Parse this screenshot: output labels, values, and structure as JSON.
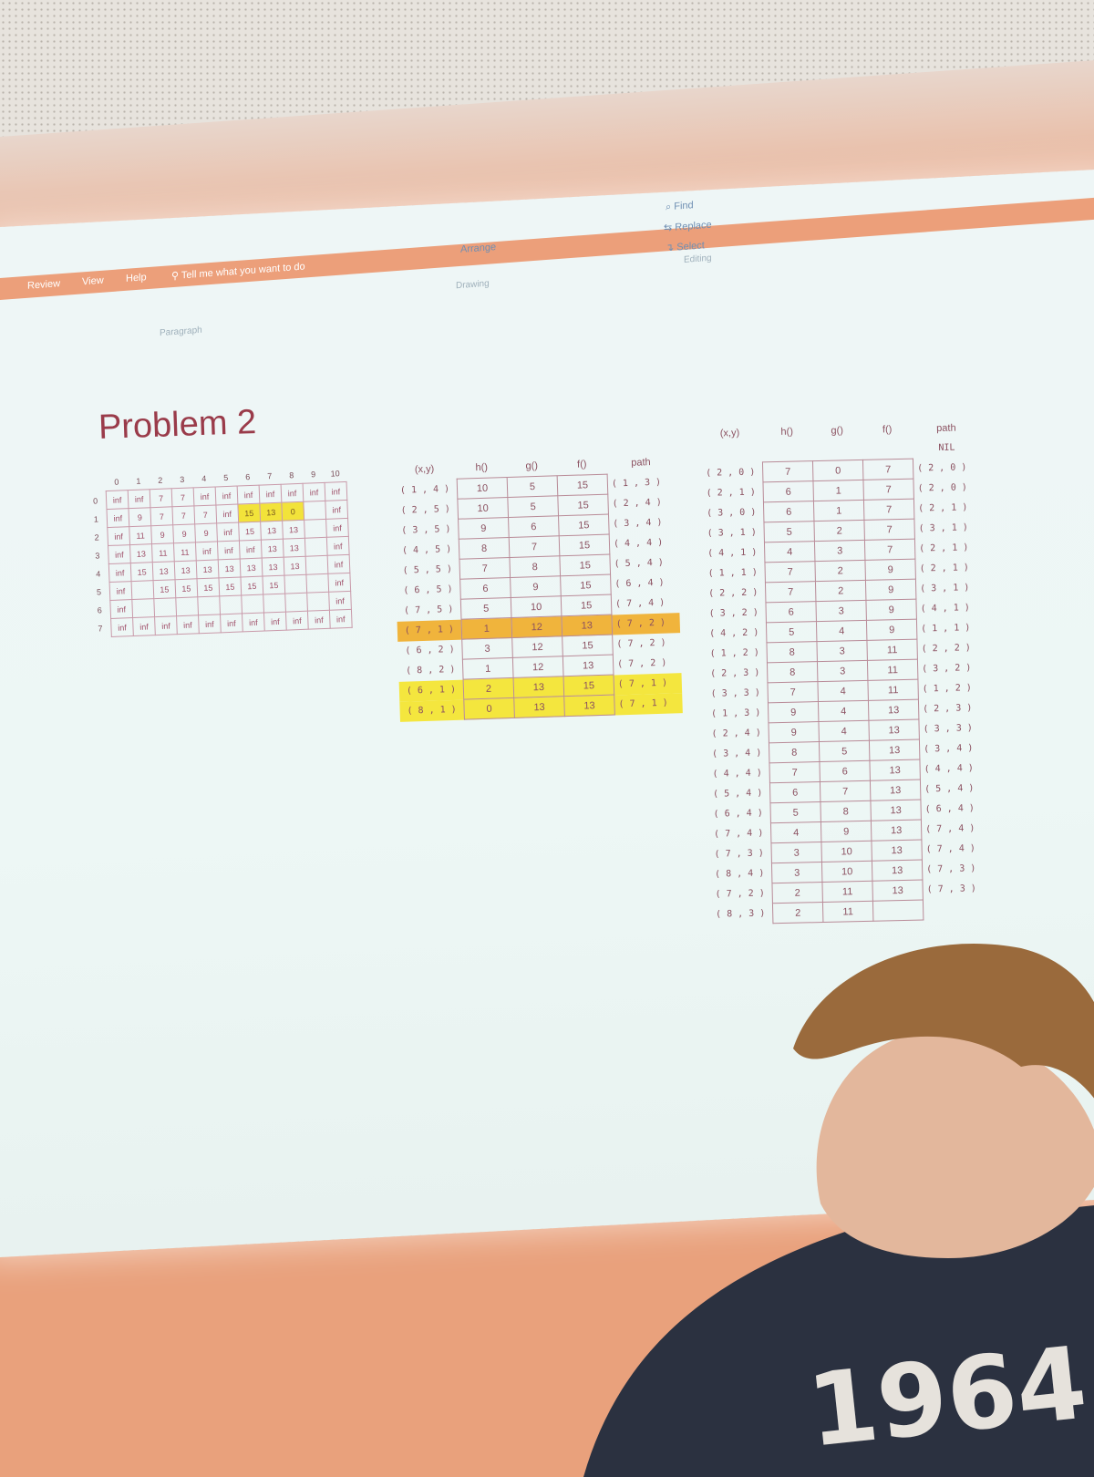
{
  "ribbon": {
    "tabs": [
      "Review",
      "View",
      "Help"
    ],
    "tell_me": "Tell me what you want to do",
    "groups": [
      "Paragraph",
      "Drawing",
      "Editing"
    ],
    "arrange": "Arrange",
    "find": "Find",
    "replace": "Replace",
    "select": "Select"
  },
  "slide": {
    "title": "Problem 2",
    "grid": {
      "col_headers": [
        "0",
        "1",
        "2",
        "3",
        "4",
        "5",
        "6",
        "7",
        "8",
        "9",
        "10"
      ],
      "rows": [
        {
          "label": "0",
          "cells": [
            "inf",
            "inf",
            "7",
            "7",
            "inf",
            "inf",
            "inf",
            "inf",
            "inf",
            "inf",
            "inf"
          ]
        },
        {
          "label": "1",
          "cells": [
            "inf",
            "9",
            "7",
            "7",
            "7",
            "inf",
            "15",
            "13",
            "0",
            "",
            "inf"
          ]
        },
        {
          "label": "2",
          "cells": [
            "inf",
            "11",
            "9",
            "9",
            "9",
            "inf",
            "15",
            "13",
            "13",
            "",
            "inf"
          ]
        },
        {
          "label": "3",
          "cells": [
            "inf",
            "13",
            "11",
            "11",
            "inf",
            "inf",
            "inf",
            "13",
            "13",
            "",
            "inf"
          ]
        },
        {
          "label": "4",
          "cells": [
            "inf",
            "15",
            "13",
            "13",
            "13",
            "13",
            "13",
            "13",
            "13",
            "",
            "inf"
          ]
        },
        {
          "label": "5",
          "cells": [
            "inf",
            "",
            "15",
            "15",
            "15",
            "15",
            "15",
            "15",
            "",
            "",
            "inf"
          ]
        },
        {
          "label": "6",
          "cells": [
            "inf",
            "",
            "",
            "",
            "",
            "",
            "",
            "",
            "",
            "",
            "inf"
          ]
        },
        {
          "label": "7",
          "cells": [
            "inf",
            "inf",
            "inf",
            "inf",
            "inf",
            "inf",
            "inf",
            "inf",
            "inf",
            "inf",
            "inf"
          ]
        }
      ]
    },
    "table2": {
      "headers": [
        "(x,y)",
        "h()",
        "g()",
        "f()",
        "path"
      ],
      "rows": [
        {
          "xy": "( 1 , 4 )",
          "h": "10",
          "g": "5",
          "f": "15",
          "path": "( 1 , 3 )",
          "hl": ""
        },
        {
          "xy": "( 2 , 5 )",
          "h": "10",
          "g": "5",
          "f": "15",
          "path": "( 2 , 4 )",
          "hl": ""
        },
        {
          "xy": "( 3 , 5 )",
          "h": "9",
          "g": "6",
          "f": "15",
          "path": "( 3 , 4 )",
          "hl": ""
        },
        {
          "xy": "( 4 , 5 )",
          "h": "8",
          "g": "7",
          "f": "15",
          "path": "( 4 , 4 )",
          "hl": ""
        },
        {
          "xy": "( 5 , 5 )",
          "h": "7",
          "g": "8",
          "f": "15",
          "path": "( 5 , 4 )",
          "hl": ""
        },
        {
          "xy": "( 6 , 5 )",
          "h": "6",
          "g": "9",
          "f": "15",
          "path": "( 6 , 4 )",
          "hl": ""
        },
        {
          "xy": "( 7 , 5 )",
          "h": "5",
          "g": "10",
          "f": "15",
          "path": "( 7 , 4 )",
          "hl": ""
        },
        {
          "xy": "( 7 , 1 )",
          "h": "1",
          "g": "12",
          "f": "13",
          "path": "( 7 , 2 )",
          "hl": "orange"
        },
        {
          "xy": "( 6 , 2 )",
          "h": "3",
          "g": "12",
          "f": "15",
          "path": "( 7 , 2 )",
          "hl": ""
        },
        {
          "xy": "( 8 , 2 )",
          "h": "1",
          "g": "12",
          "f": "13",
          "path": "( 7 , 2 )",
          "hl": ""
        },
        {
          "xy": "( 6 , 1 )",
          "h": "2",
          "g": "13",
          "f": "15",
          "path": "( 7 , 1 )",
          "hl": "yellow"
        },
        {
          "xy": "( 8 , 1 )",
          "h": "0",
          "g": "13",
          "f": "13",
          "path": "( 7 , 1 )",
          "hl": "yellow"
        }
      ]
    },
    "table3": {
      "headers": [
        "(x,y)",
        "h()",
        "g()",
        "f()",
        "path"
      ],
      "first_path": "NIL",
      "rows": [
        {
          "xy": "( 2 , 0 )",
          "h": "7",
          "g": "0",
          "f": "7",
          "path": "( 2 , 0 )"
        },
        {
          "xy": "( 2 , 1 )",
          "h": "6",
          "g": "1",
          "f": "7",
          "path": "( 2 , 0 )"
        },
        {
          "xy": "( 3 , 0 )",
          "h": "6",
          "g": "1",
          "f": "7",
          "path": "( 2 , 1 )"
        },
        {
          "xy": "( 3 , 1 )",
          "h": "5",
          "g": "2",
          "f": "7",
          "path": "( 3 , 1 )"
        },
        {
          "xy": "( 4 , 1 )",
          "h": "4",
          "g": "3",
          "f": "7",
          "path": "( 2 , 1 )"
        },
        {
          "xy": "( 1 , 1 )",
          "h": "7",
          "g": "2",
          "f": "9",
          "path": "( 2 , 1 )"
        },
        {
          "xy": "( 2 , 2 )",
          "h": "7",
          "g": "2",
          "f": "9",
          "path": "( 3 , 1 )"
        },
        {
          "xy": "( 3 , 2 )",
          "h": "6",
          "g": "3",
          "f": "9",
          "path": "( 4 , 1 )"
        },
        {
          "xy": "( 4 , 2 )",
          "h": "5",
          "g": "4",
          "f": "9",
          "path": "( 1 , 1 )"
        },
        {
          "xy": "( 1 , 2 )",
          "h": "8",
          "g": "3",
          "f": "11",
          "path": "( 2 , 2 )"
        },
        {
          "xy": "( 2 , 3 )",
          "h": "8",
          "g": "3",
          "f": "11",
          "path": "( 3 , 2 )"
        },
        {
          "xy": "( 3 , 3 )",
          "h": "7",
          "g": "4",
          "f": "11",
          "path": "( 1 , 2 )"
        },
        {
          "xy": "( 1 , 3 )",
          "h": "9",
          "g": "4",
          "f": "13",
          "path": "( 2 , 3 )"
        },
        {
          "xy": "( 2 , 4 )",
          "h": "9",
          "g": "4",
          "f": "13",
          "path": "( 3 , 3 )"
        },
        {
          "xy": "( 3 , 4 )",
          "h": "8",
          "g": "5",
          "f": "13",
          "path": "( 3 , 4 )"
        },
        {
          "xy": "( 4 , 4 )",
          "h": "7",
          "g": "6",
          "f": "13",
          "path": "( 4 , 4 )"
        },
        {
          "xy": "( 5 , 4 )",
          "h": "6",
          "g": "7",
          "f": "13",
          "path": "( 5 , 4 )"
        },
        {
          "xy": "( 6 , 4 )",
          "h": "5",
          "g": "8",
          "f": "13",
          "path": "( 6 , 4 )"
        },
        {
          "xy": "( 7 , 4 )",
          "h": "4",
          "g": "9",
          "f": "13",
          "path": "( 7 , 4 )"
        },
        {
          "xy": "( 7 , 3 )",
          "h": "3",
          "g": "10",
          "f": "13",
          "path": "( 7 , 4 )"
        },
        {
          "xy": "( 8 , 4 )",
          "h": "3",
          "g": "10",
          "f": "13",
          "path": "( 7 , 3 )"
        },
        {
          "xy": "( 7 , 2 )",
          "h": "2",
          "g": "11",
          "f": "13",
          "path": "( 7 , 3 )"
        },
        {
          "xy": "( 8 , 3 )",
          "h": "2",
          "g": "11",
          "f": "",
          "path": ""
        }
      ]
    },
    "grid_highlights": [
      "1-6",
      "1-7",
      "1-8"
    ]
  },
  "sweater": {
    "text": "1964"
  },
  "colors": {
    "accent_title": "#9a3b4a",
    "highlight_yellow": "#f4e63e",
    "highlight_orange": "#f0b43c",
    "wall": "#e9a17c",
    "screen": "#eef6f6"
  }
}
